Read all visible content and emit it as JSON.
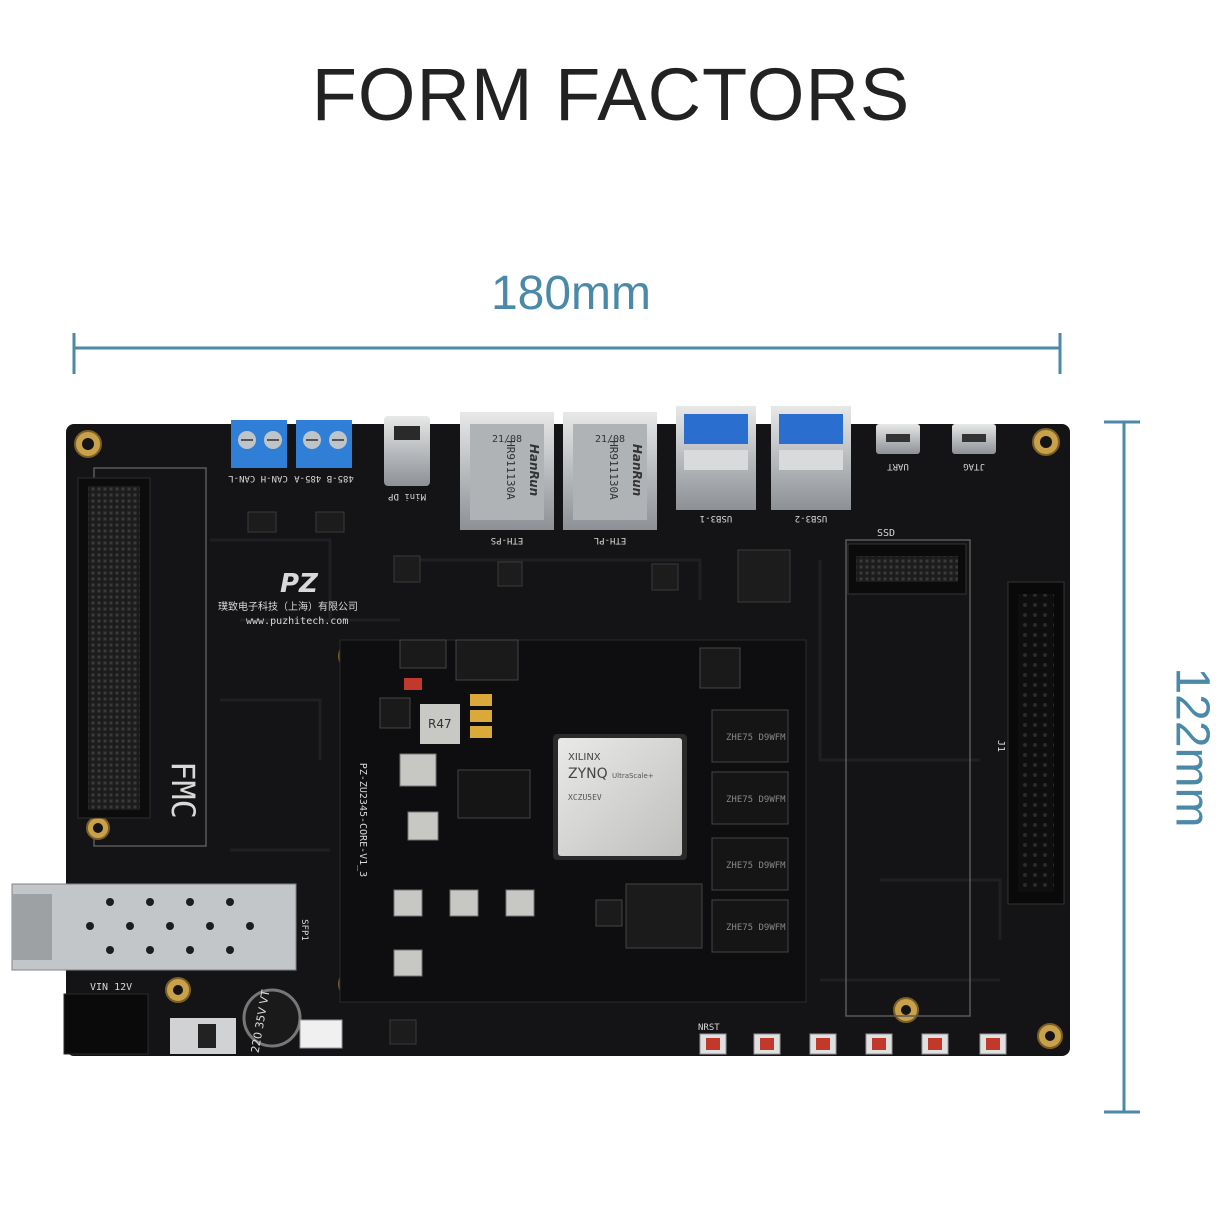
{
  "title": "FORM FACTORS",
  "dimensions": {
    "width_label": "180mm",
    "height_label": "122mm"
  },
  "colors": {
    "dim_line": "#4a8aa8",
    "pcb": "#121214",
    "title": "#222222"
  },
  "board": {
    "core_label": "PZ-ZU2345-CORE-V1_3",
    "company": "璞致电子科技（上海）有限公司",
    "website": "www.puzhitech.com",
    "fmc_logo": "FMC",
    "sfp_label": "SFP1",
    "vin_label": "VIN 12V",
    "nrst_label": "NRST",
    "ssd_label": "SSD",
    "uart_label": "UART",
    "jtag_label": "JTAG",
    "usb1_label": "USB3-1",
    "usb2_label": "USB3-2",
    "mini_dp_label": "Mini DP",
    "can_label": "CAN-H  CAN-L",
    "rs485_label": "485-B  485-A",
    "eth1_label": "ETH-PS",
    "eth2_label": "ETH-PL",
    "chip_brand": "XILINX",
    "chip_name": "ZYNQ",
    "chip_sub": "UltraScale+",
    "chip_part": "XCZU5EV",
    "rj45_model": "HR911130A",
    "rj45_brand": "HanRun",
    "rj45_date": "21/08",
    "mem_text": "ZHE75 D9WFM",
    "cap_text": "220 35V VT",
    "inductor": "R47",
    "j1_label": "J1"
  }
}
